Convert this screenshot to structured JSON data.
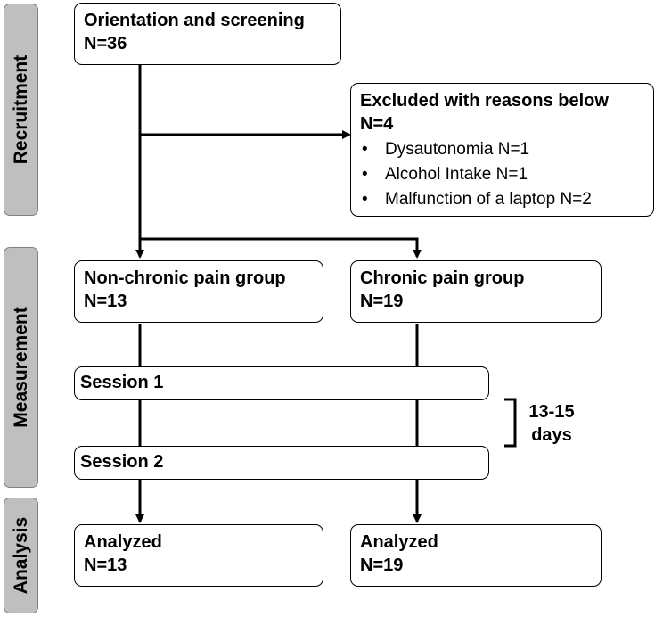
{
  "phases": {
    "recruitment": "Recruitment",
    "measurement": "Measurement",
    "analysis": "Analysis"
  },
  "screening": {
    "title": "Orientation and screening",
    "n": "N=36"
  },
  "excluded": {
    "title": "Excluded with reasons below",
    "n": "N=4",
    "reasons": [
      "Dysautonomia N=1",
      "Alcohol Intake N=1",
      "Malfunction of a laptop N=2"
    ]
  },
  "groups": {
    "non_chronic": {
      "title": "Non-chronic pain group",
      "n": "N=13"
    },
    "chronic": {
      "title": "Chronic pain group",
      "n": "N=19"
    }
  },
  "sessions": {
    "session1": "Session 1",
    "session2": "Session 2"
  },
  "interval": {
    "line1": "13-15",
    "line2": "days"
  },
  "analysis": {
    "non_chronic": {
      "title": "Analyzed",
      "n": "N=13"
    },
    "chronic": {
      "title": "Analyzed",
      "n": "N=19"
    }
  }
}
